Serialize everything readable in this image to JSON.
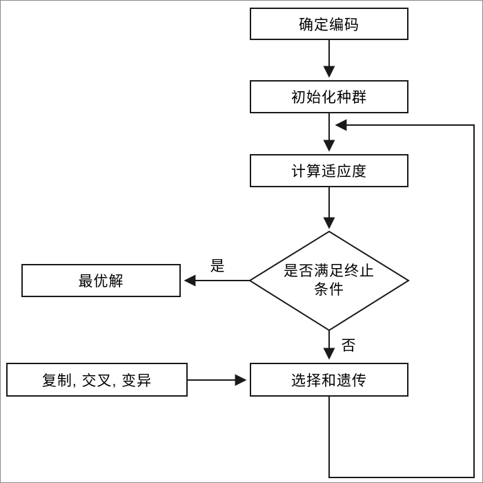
{
  "diagram": {
    "type": "flowchart",
    "nodes": {
      "determine_encoding": "确定编码",
      "initialize_population": "初始化种群",
      "calculate_fitness": "计算适应度",
      "decision": {
        "line1": "是否满足终止",
        "line2": "条件"
      },
      "optimal_solution": "最优解",
      "selection_heredity": "选择和遗传",
      "replicate_crossover_mutation": "复制, 交叉, 变异"
    },
    "edge_labels": {
      "yes": "是",
      "no": "否"
    },
    "colors": {
      "stroke": "#1a1a1a",
      "background": "#ffffff",
      "text": "#000000"
    }
  }
}
